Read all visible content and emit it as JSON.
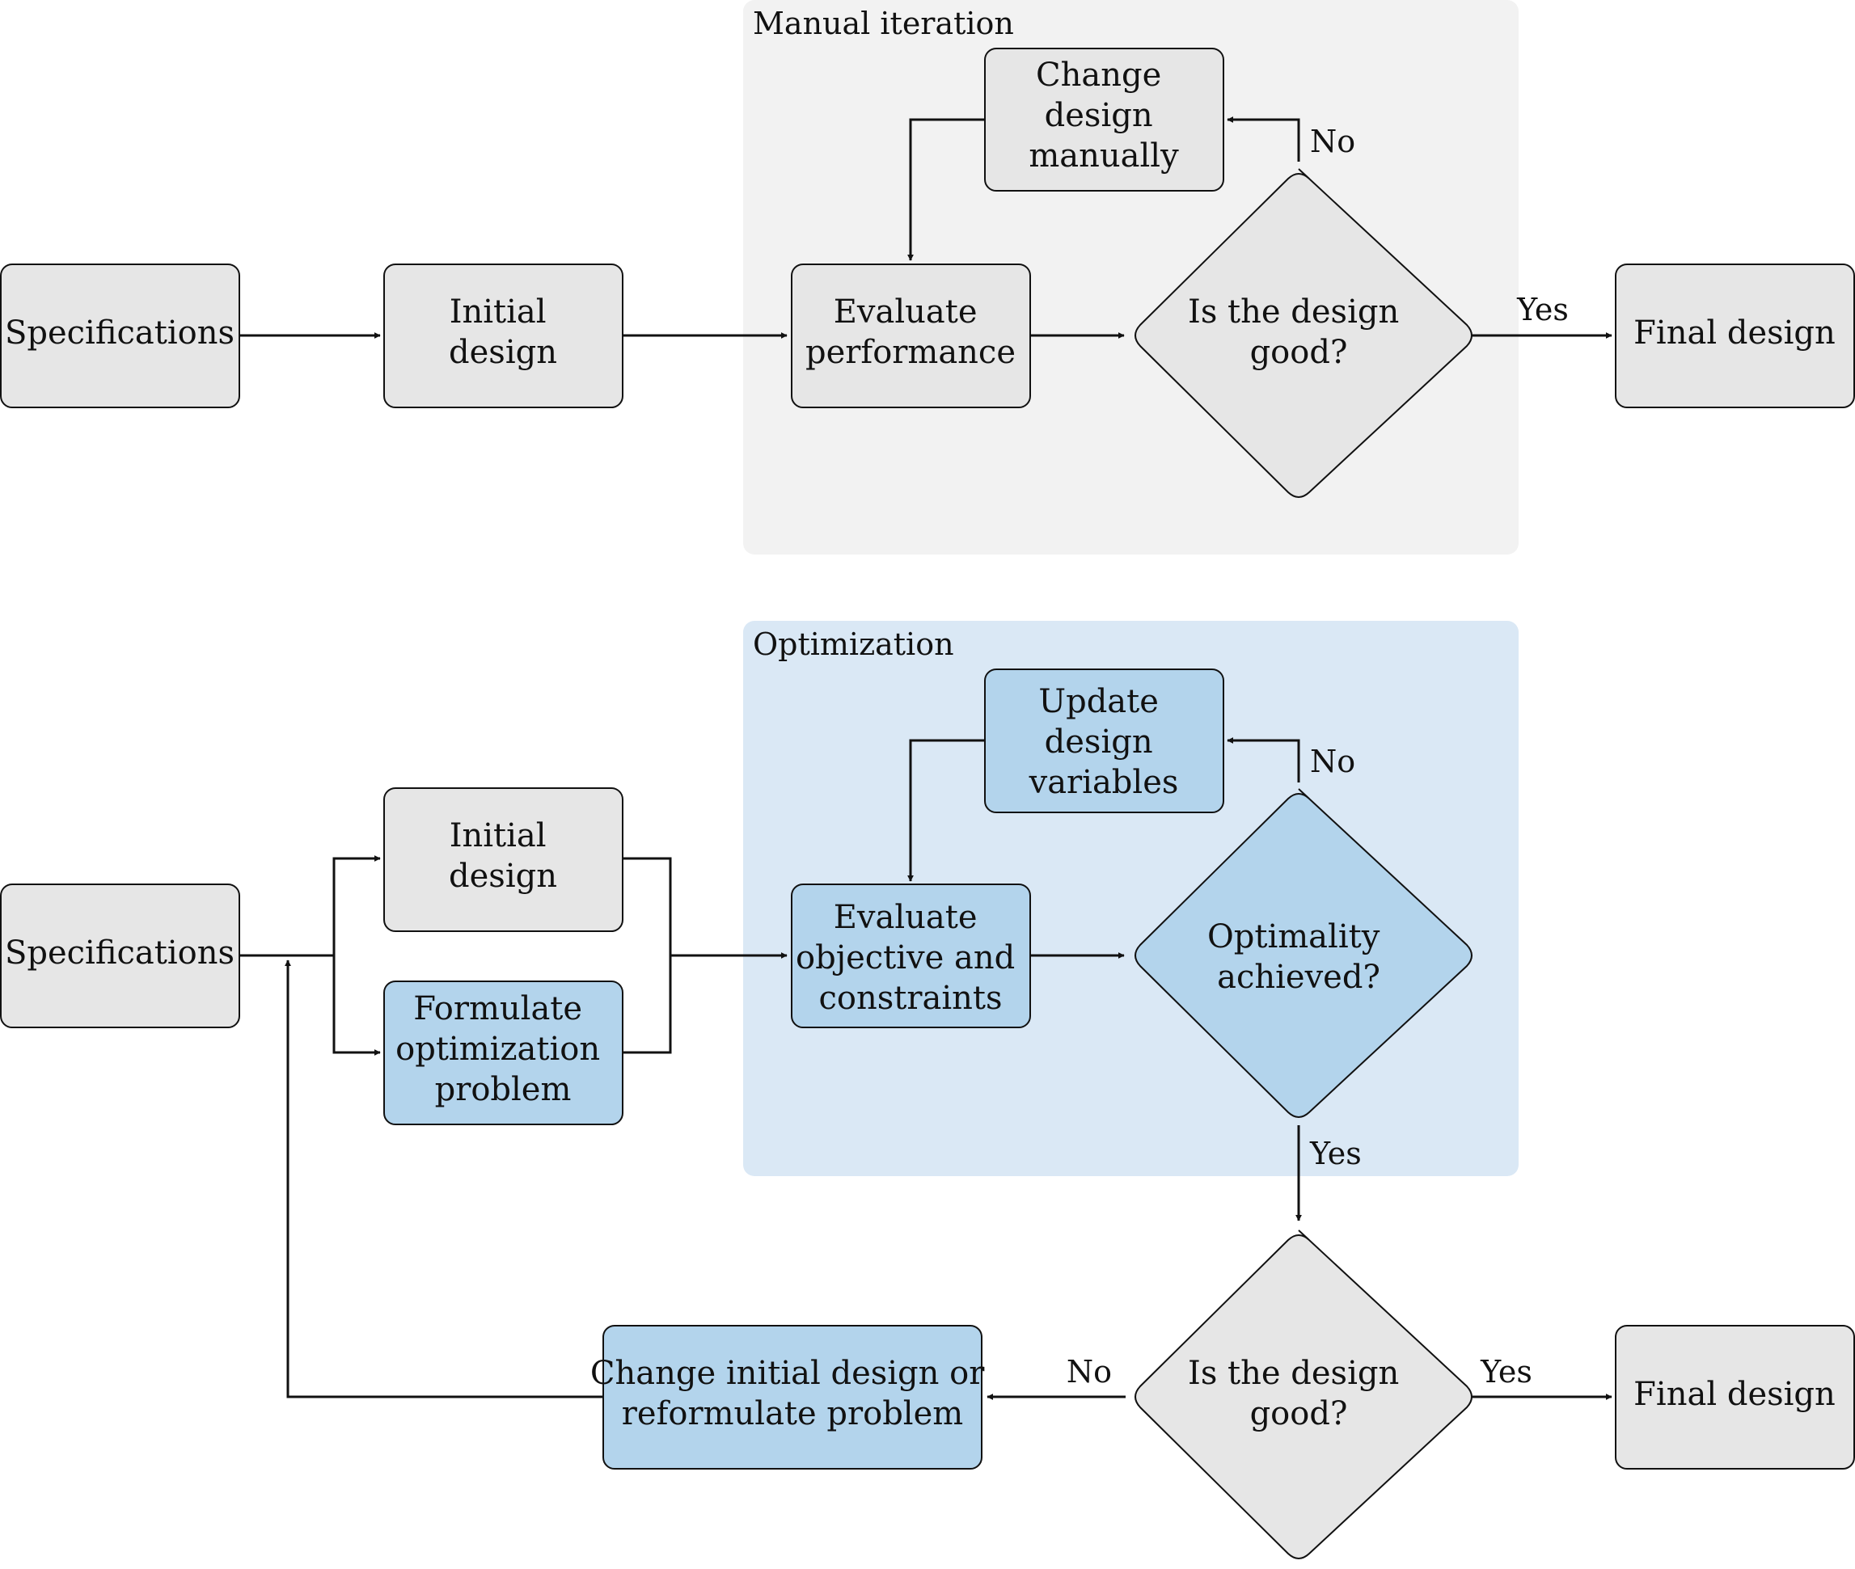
{
  "colors": {
    "gray_node": "#e6e6e6",
    "blue_node": "#b3d4ec",
    "manual_region": "#f2f2f2",
    "optimization_region": "#dae8f5",
    "line": "#111111"
  },
  "manual": {
    "region_label": "Manual iteration",
    "specifications": "Specifications",
    "initial_design": [
      "Initial",
      "design"
    ],
    "evaluate": [
      "Evaluate",
      "performance"
    ],
    "change_design": [
      "Change",
      "design",
      "manually"
    ],
    "decision": [
      "Is the design",
      "good?"
    ],
    "final_design": "Final design",
    "yes_label": "Yes",
    "no_label": "No"
  },
  "optimization": {
    "region_label": "Optimization",
    "specifications": "Specifications",
    "initial_design": [
      "Initial",
      "design"
    ],
    "formulate": [
      "Formulate",
      "optimization",
      "problem"
    ],
    "evaluate": [
      "Evaluate",
      "objective and",
      "constraints"
    ],
    "update": [
      "Update",
      "design",
      "variables"
    ],
    "optimality": [
      "Optimality",
      "achieved?"
    ],
    "good_decision": [
      "Is the design",
      "good?"
    ],
    "change_initial": [
      "Change initial design or",
      "reformulate problem"
    ],
    "final_design": "Final design",
    "opt_no_label": "No",
    "opt_yes_label": "Yes",
    "good_no_label": "No",
    "good_yes_label": "Yes"
  }
}
